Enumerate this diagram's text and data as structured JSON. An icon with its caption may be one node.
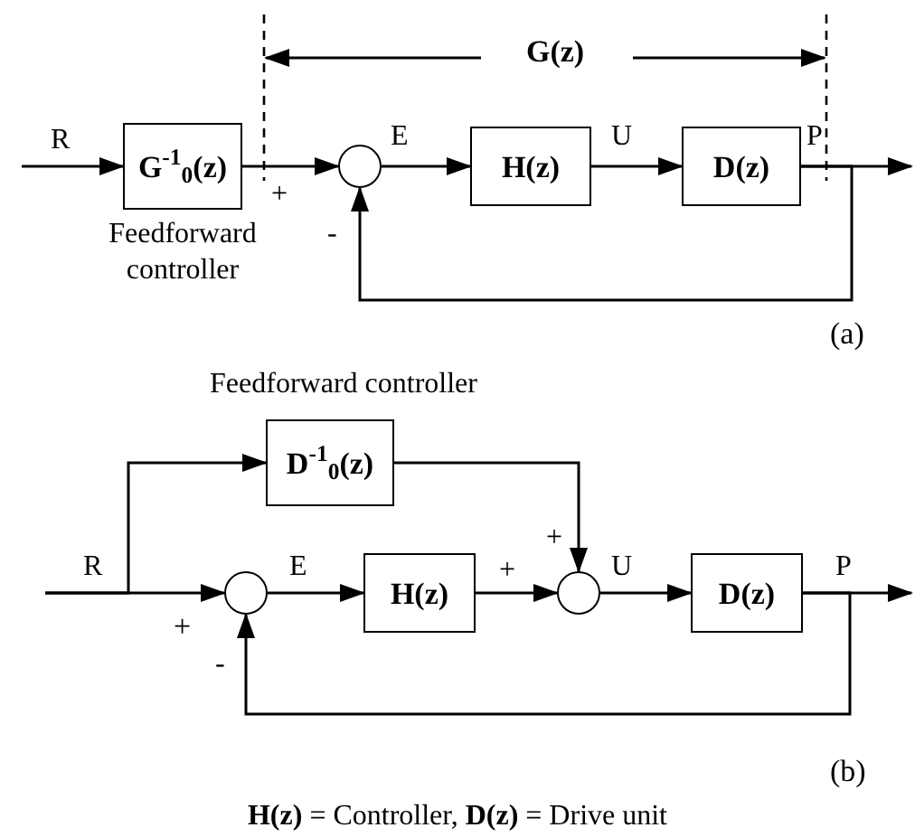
{
  "diagram": {
    "caption": "**H(z)** = Controller,  **D(z)** = Drive unit",
    "nodes": [
      {
        "text": [
          "**G**$^{-1}$$_{0}$**(z)**"
        ],
        "beside": [
          "Feedforward controller"
        ]
      },
      {
        "text": [],
        "shape": "circle"
      },
      {
        "text": [
          "H(z)"
        ]
      },
      {
        "text": [
          "D(z)"
        ]
      },
      {
        "text": [
          "**D**$^{-1}$$_{0}$**(z)**"
        ],
        "beside": [
          "Feedforward controller"
        ]
      },
      {
        "text": [],
        "shape": "circle"
      },
      {
        "text": [
          "H(z)"
        ]
      },
      {
        "text": [],
        "shape": "circle"
      },
      {
        "text": [
          "D(z)"
        ]
      }
    ],
    "edges": [
      {
        "from": null,
        "to": 0,
        "arrow": "to",
        "label": "R"
      },
      {
        "from": 0,
        "to": 1,
        "arrow": "to",
        "label": "+"
      },
      {
        "from": 1,
        "to": 2,
        "arrow": "to",
        "label": "E"
      },
      {
        "from": 2,
        "to": 3,
        "arrow": "to",
        "label": "U"
      },
      {
        "from": 3,
        "to": null,
        "arrow": "to",
        "label": "P"
      },
      {
        "from": 3,
        "to": 1,
        "arrow": "to",
        "label": "-"
      },
      {
        "from": null,
        "to": 5,
        "arrow": "to",
        "label": "R"
      },
      {
        "from": null,
        "to": 4,
        "arrow": "to"
      },
      {
        "from": 5,
        "to": 6,
        "arrow": "to",
        "label": "E"
      },
      {
        "from": 6,
        "to": 7,
        "arrow": "to",
        "label": "+"
      },
      {
        "from": 4,
        "to": 7,
        "arrow": "to",
        "label": "+"
      },
      {
        "from": 7,
        "to": 8,
        "arrow": "to",
        "label": "U"
      },
      {
        "from": 8,
        "to": null,
        "arrow": "to",
        "label": "P"
      },
      {
        "from": 8,
        "to": 5,
        "arrow": "to",
        "label": "-"
      }
    ],
    "labels": [
      "G(z)",
      "(a)",
      "+",
      "(b)"
    ]
  }
}
